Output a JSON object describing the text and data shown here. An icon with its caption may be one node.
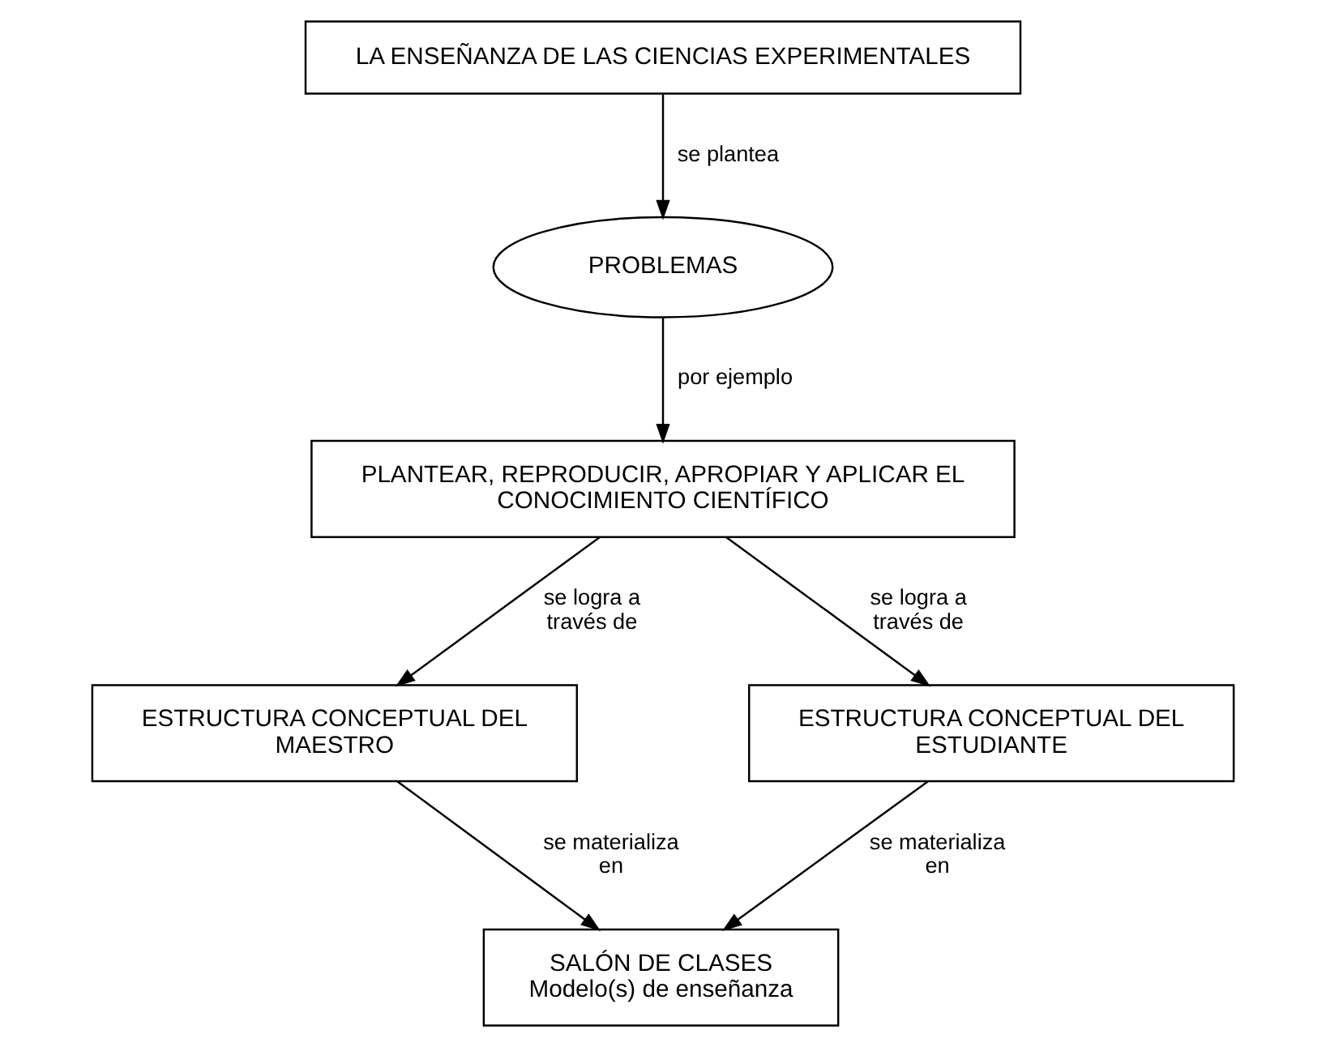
{
  "diagram": {
    "nodes": [
      {
        "text": [
          "LA ENSEÑANZA DE LAS CIENCIAS EXPERIMENTALES"
        ]
      },
      {
        "text": [
          "PROBLEMAS"
        ]
      },
      {
        "text": [
          "PLANTEAR, REPRODUCIR, APROPIAR Y APLICAR EL CONOCIMIENTO CIENTÍFICO"
        ]
      },
      {
        "text": [
          "ESTRUCTURA CONCEPTUAL DEL MAESTRO"
        ]
      },
      {
        "text": [
          "ESTRUCTURA CONCEPTUAL DEL ESTUDIANTE"
        ]
      },
      {
        "text": [
          "SALÓN DE CLASES",
          "Modelo(s) de enseñanza"
        ]
      }
    ],
    "edges": [
      {
        "from": 0,
        "to": 1,
        "arrow": "to",
        "label": "se plantea"
      },
      {
        "from": 1,
        "to": 2,
        "arrow": "to",
        "label": "por ejemplo"
      },
      {
        "from": 2,
        "to": 3,
        "arrow": "to",
        "label": "se logra a través de"
      },
      {
        "from": 2,
        "to": 4,
        "arrow": "to",
        "label": "se logra a través de"
      },
      {
        "from": 3,
        "to": 5,
        "arrow": "to",
        "label": "se materializa en"
      },
      {
        "from": 4,
        "to": 5,
        "arrow": "to",
        "label": "se materializa en"
      }
    ]
  }
}
